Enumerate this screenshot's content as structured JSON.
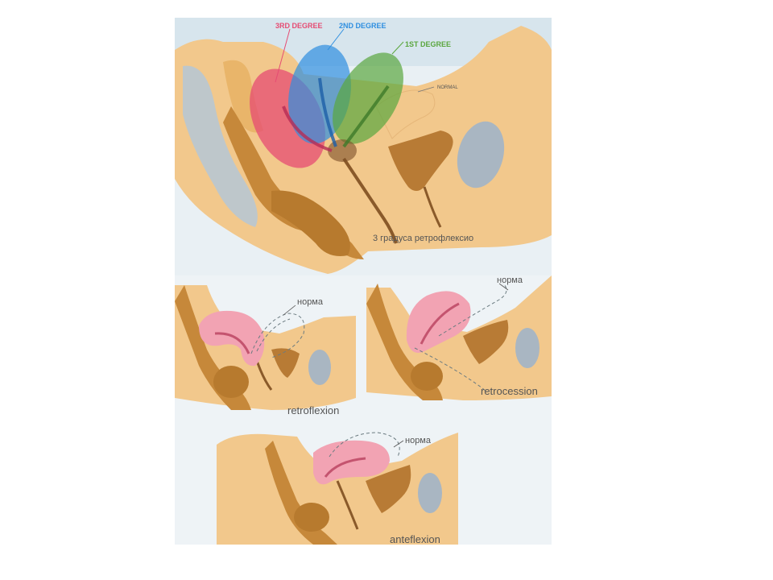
{
  "top_panel": {
    "degree3": "3RD DEGREE",
    "degree2": "2ND DEGREE",
    "degree1": "1ST DEGREE",
    "normal": "NORMAL",
    "caption": "3 градуса ретрофлексио",
    "colors": {
      "degree3": "#e64c73",
      "degree2": "#2f8fe0",
      "degree1": "#5aa63e"
    }
  },
  "panel_retroflexion": {
    "norma": "норма",
    "caption": "retroflexion"
  },
  "panel_retrocession": {
    "norma": "норма",
    "caption": "retrocession"
  },
  "panel_anteflexion": {
    "norma": "норма",
    "caption": "anteflexion"
  }
}
